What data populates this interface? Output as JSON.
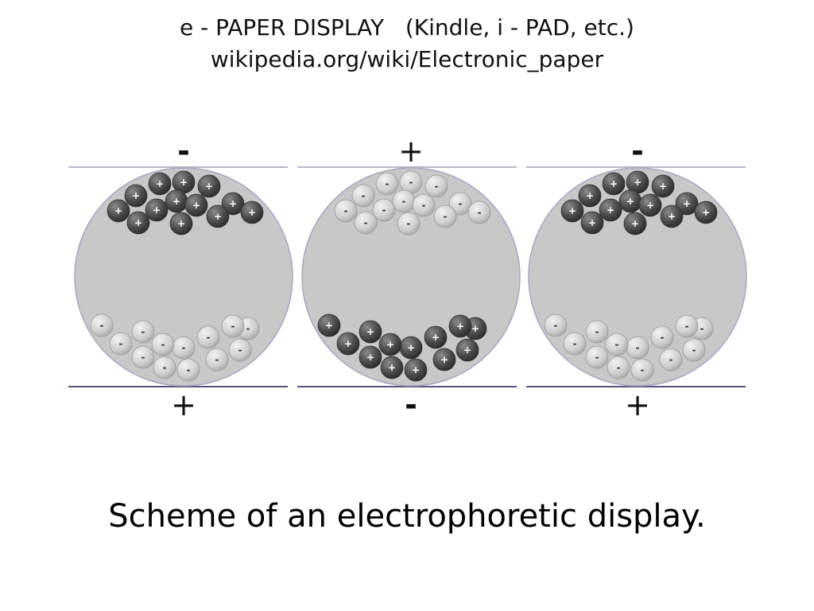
{
  "title": {
    "line1": "e - PAPER DISPLAY   (Kindle, i - PAD, etc.)",
    "line2": "wikipedia.org/wiki/Electronic_paper"
  },
  "caption": "Scheme of an electrophoretic display.",
  "cells": [
    {
      "top_electrode": "-",
      "bottom_electrode": "+",
      "top_particles": "+",
      "bottom_particles": "-"
    },
    {
      "top_electrode": "+",
      "bottom_electrode": "-",
      "top_particles": "-",
      "bottom_particles": "+"
    },
    {
      "top_electrode": "-",
      "bottom_electrode": "+",
      "top_particles": "+",
      "bottom_particles": "-"
    }
  ],
  "colors": {
    "capsule": "#c8c8c8",
    "capsule_border": "#a8a8c0",
    "electrode_top": "#b9b9c9",
    "electrode_bottom": "#55557a",
    "positive_particle": "#555555",
    "negative_particle": "#cfcfcf"
  }
}
